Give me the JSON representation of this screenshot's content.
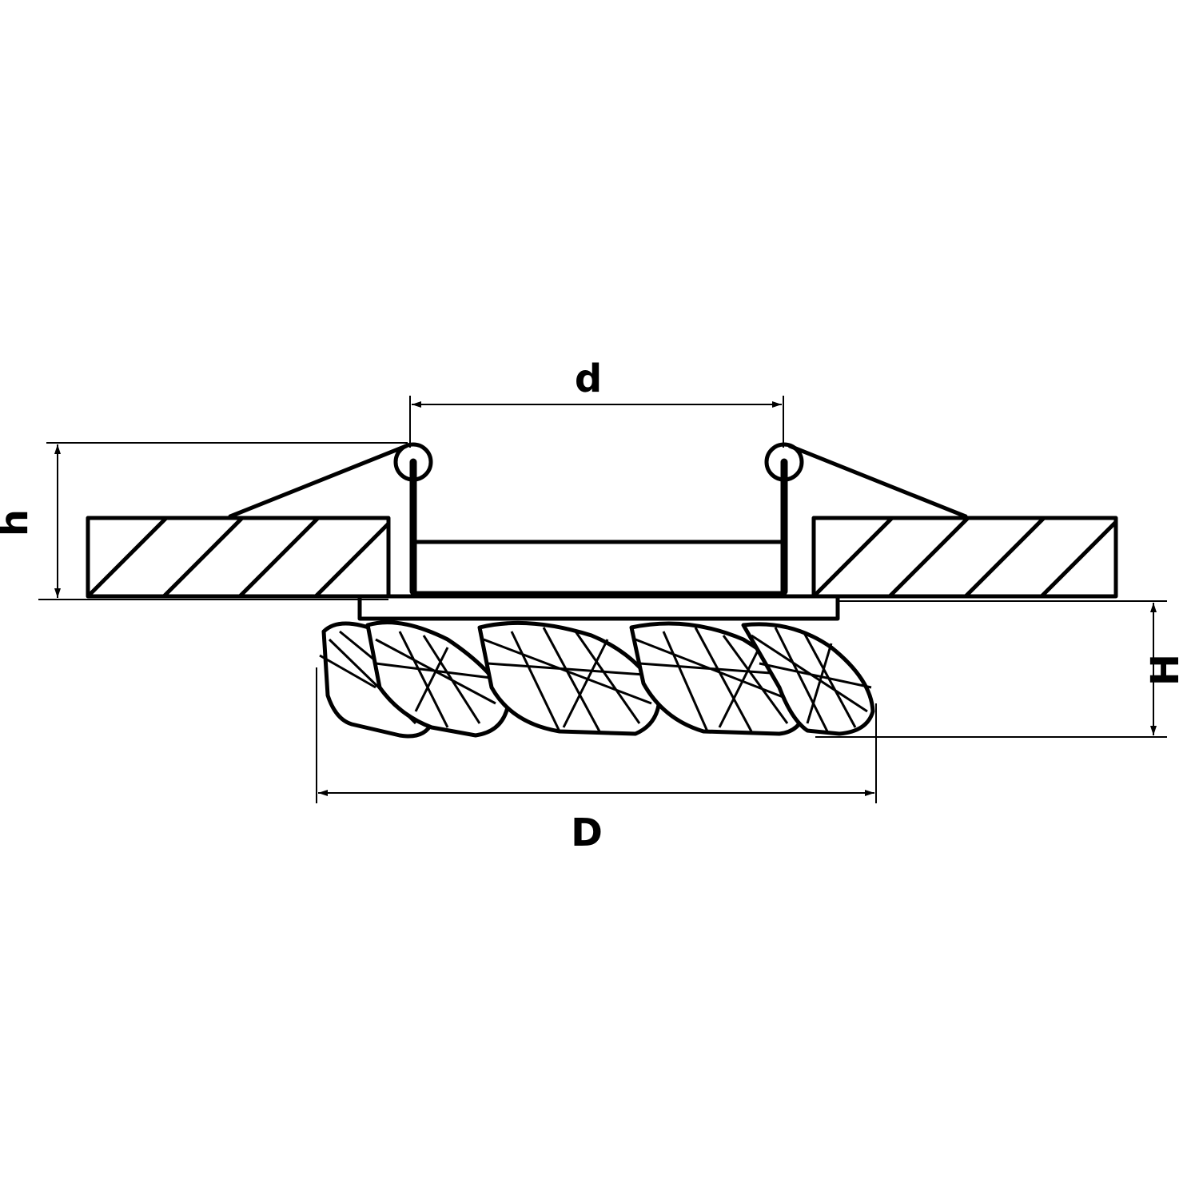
{
  "dimensions": {
    "d": "d",
    "h": "h",
    "H": "H",
    "D": "D"
  },
  "colors": {
    "line": "#000000",
    "background": "#ffffff"
  }
}
